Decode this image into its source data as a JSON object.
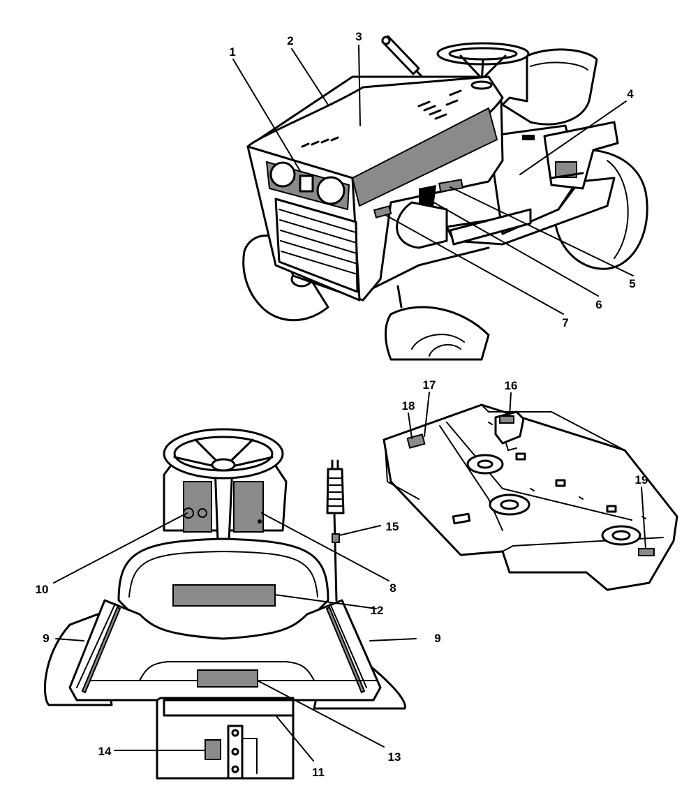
{
  "callouts": [
    {
      "id": "1",
      "label": "1"
    },
    {
      "id": "2",
      "label": "2"
    },
    {
      "id": "3",
      "label": "3"
    },
    {
      "id": "4",
      "label": "4"
    },
    {
      "id": "5",
      "label": "5"
    },
    {
      "id": "6",
      "label": "6"
    },
    {
      "id": "7",
      "label": "7"
    },
    {
      "id": "8",
      "label": "8"
    },
    {
      "id": "9a",
      "label": "9"
    },
    {
      "id": "9b",
      "label": "9"
    },
    {
      "id": "10",
      "label": "10"
    },
    {
      "id": "11",
      "label": "11"
    },
    {
      "id": "12",
      "label": "12"
    },
    {
      "id": "13",
      "label": "13"
    },
    {
      "id": "14",
      "label": "14"
    },
    {
      "id": "15",
      "label": "15"
    },
    {
      "id": "16",
      "label": "16"
    },
    {
      "id": "17",
      "label": "17"
    },
    {
      "id": "18",
      "label": "18"
    },
    {
      "id": "19",
      "label": "19"
    }
  ],
  "colors": {
    "line": "#000000",
    "decal": "#8a8a8a",
    "background": "#ffffff"
  }
}
